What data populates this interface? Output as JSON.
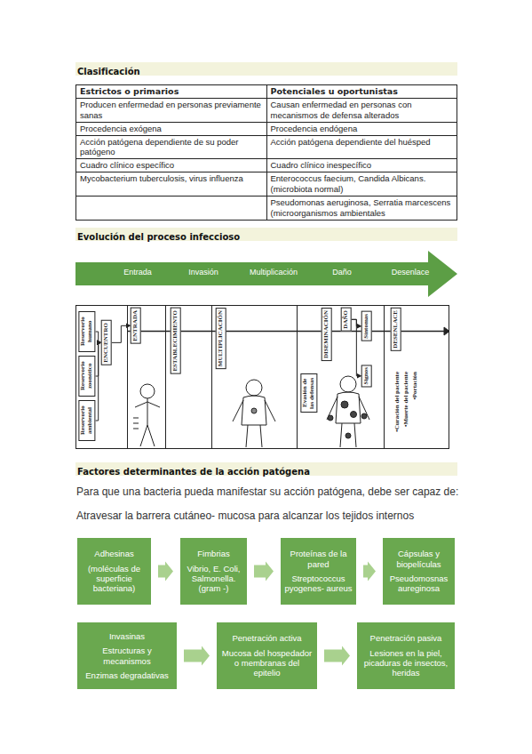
{
  "diagram": {
    "nodes": [
      {
        "text": [
          "Entrada",
          "Invasión",
          "Multiplicación",
          "Daño",
          "Desenlace"
        ]
      },
      {
        "text": [
          "Reservorio humano"
        ]
      },
      {
        "text": [
          "Reservorio zoonótico"
        ]
      },
      {
        "text": [
          "Reservorio ambiental"
        ]
      },
      {
        "text": [
          "ENCUENTRO"
        ]
      },
      {
        "text": [
          "ENTRADA"
        ]
      },
      {
        "text": [
          "ESTABLECIMIENTO"
        ]
      },
      {
        "text": [
          "MULTIPLICACIÓN"
        ]
      },
      {
        "text": [
          "DISEMINACIÓN"
        ]
      },
      {
        "text": [
          "Evasión de las defensas"
        ]
      },
      {
        "text": [
          "DAÑO"
        ]
      },
      {
        "text": [
          "Síntomas"
        ]
      },
      {
        "text": [
          "Signos"
        ]
      },
      {
        "text": [
          "DESENLACE"
        ]
      },
      {
        "text": [
          "Adhesinas",
          "(moléculas de superficie bacteriana)"
        ]
      },
      {
        "text": [
          "Fimbrias",
          "Vibrio, E. Coli, Salmonella. (gram -)"
        ]
      },
      {
        "text": [
          "Proteínas de la pared",
          "Streptococcus pyogenes- aureus"
        ]
      },
      {
        "text": [
          "Cápsulas y biopelículas",
          "Pseudomosnas aureginosa"
        ]
      },
      {
        "text": [
          "Invasinas",
          "Estructuras y mecanismos",
          "Enzimas degradativas"
        ]
      },
      {
        "text": [
          "Penetración activa",
          "Mucosa del hospedador o membranas del epitelio"
        ]
      },
      {
        "text": [
          "Penetración pasiva",
          "Lesiones en la piel, picaduras de insectos, heridas"
        ]
      }
    ],
    "edges": [
      {
        "from": 1,
        "to": 4,
        "arrow": "to"
      },
      {
        "from": 2,
        "to": 4,
        "arrow": "to"
      },
      {
        "from": 3,
        "to": 4,
        "arrow": "to"
      },
      {
        "from": 4,
        "to": 5,
        "arrow": "to"
      },
      {
        "from": 10,
        "to": 11,
        "arrow": "to"
      },
      {
        "from": 10,
        "to": 12,
        "arrow": "to"
      },
      {
        "from": 14,
        "to": 15,
        "arrow": "to"
      },
      {
        "from": 15,
        "to": 16,
        "arrow": "to"
      },
      {
        "from": 16,
        "to": 17,
        "arrow": "to"
      },
      {
        "from": 18,
        "to": 19,
        "arrow": "to"
      },
      {
        "from": 19,
        "to": 20,
        "arrow": "to"
      }
    ],
    "labels": [
      "Clasificación",
      "Estrictos o primarios",
      "Potenciales u oportunistas",
      "Producen enfermedad en personas previamente sanas",
      "Causan enfermedad en personas con mecanismos de defensa alterados",
      "Procedencia exógena",
      "Procedencia endógena",
      "Acción patógena dependiente de su poder patógeno",
      "Acción patógena dependiente del huésped",
      "Cuadro clínico específico",
      "Cuadro clínico inespecífico",
      "Mycobacterium tuberculosis, virus influenza",
      "Enterococcus faecium, Candida Albicans. (microbiota normal)",
      "Pseudomonas aeruginosa, Serratia marcescens (microorganismos ambientales",
      "Evolución del proceso infeccioso",
      "Factores determinantes de la acción patógena",
      "Para que una bacteria pueda manifestar su acción patógena, debe ser capaz de:",
      "Atravesar la barrera cutáneo- mucosa para alcanzar los tejidos internos",
      "•Curación del paciente",
      "•Muerte del paciente",
      "•Portación"
    ]
  }
}
